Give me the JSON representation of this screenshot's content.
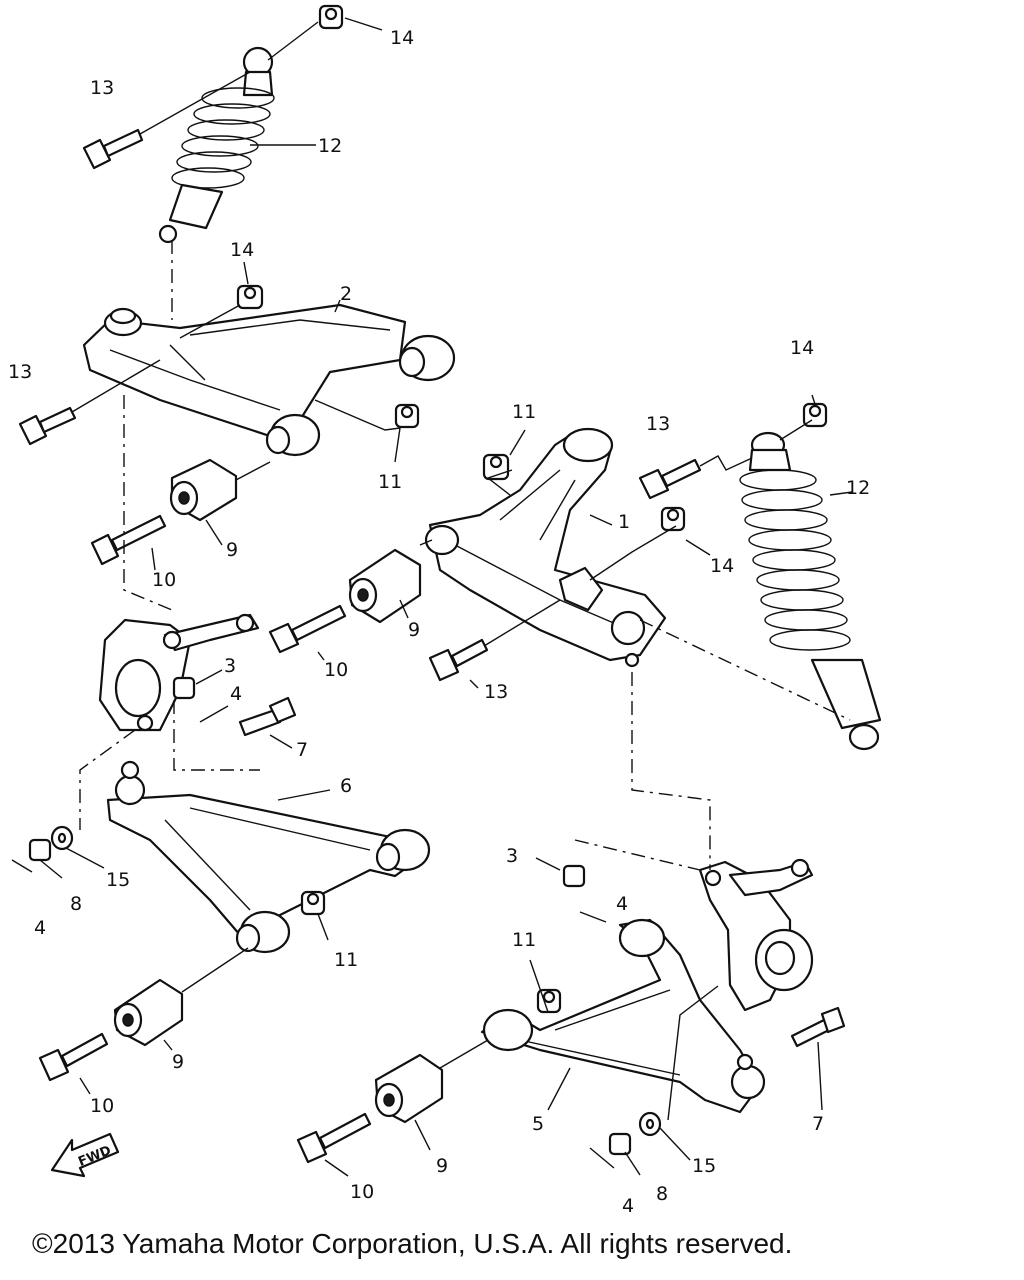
{
  "copyright": "©2013 Yamaha Motor Corporation, U.S.A. All rights reserved.",
  "fwd_label": "FWD",
  "callouts": {
    "c1": "1",
    "c2": "2",
    "c3a": "3",
    "c3b": "3",
    "c4a": "4",
    "c4b": "4",
    "c4c": "4",
    "c4d": "4",
    "c5": "5",
    "c6": "6",
    "c7a": "7",
    "c7b": "7",
    "c8a": "8",
    "c8b": "8",
    "c9a": "9",
    "c9b": "9",
    "c9c": "9",
    "c9d": "9",
    "c10a": "10",
    "c10b": "10",
    "c10c": "10",
    "c10d": "10",
    "c11a": "11",
    "c11b": "11",
    "c11c": "11",
    "c11d": "11",
    "c12a": "12",
    "c12b": "12",
    "c13a": "13",
    "c13b": "13",
    "c13c": "13",
    "c13d": "13",
    "c14a": "14",
    "c14b": "14",
    "c14c": "14",
    "c14d": "14",
    "c15a": "15",
    "c15b": "15"
  }
}
